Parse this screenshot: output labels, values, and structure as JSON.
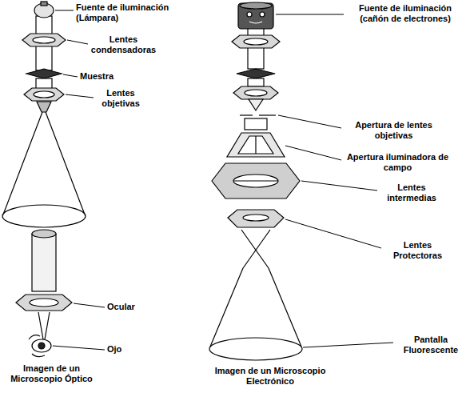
{
  "diagram": {
    "labels": [
      "Fuente de iluminación (Lámpara)",
      "Lentes condensadoras",
      "Muestra",
      "Lentes objetivas",
      "Ocular",
      "Ojo",
      "Fuente de iluminación (cañón de electrones)",
      "Apertura de lentes objetivas",
      "Apertura iluminadora de campo",
      "Lentes intermedias",
      "Lentes Protectoras",
      "Pantalla Fluorescente",
      "Imagen de un Microscopio Óptico",
      "Imagen de un Microscopio Electrónico"
    ]
  }
}
